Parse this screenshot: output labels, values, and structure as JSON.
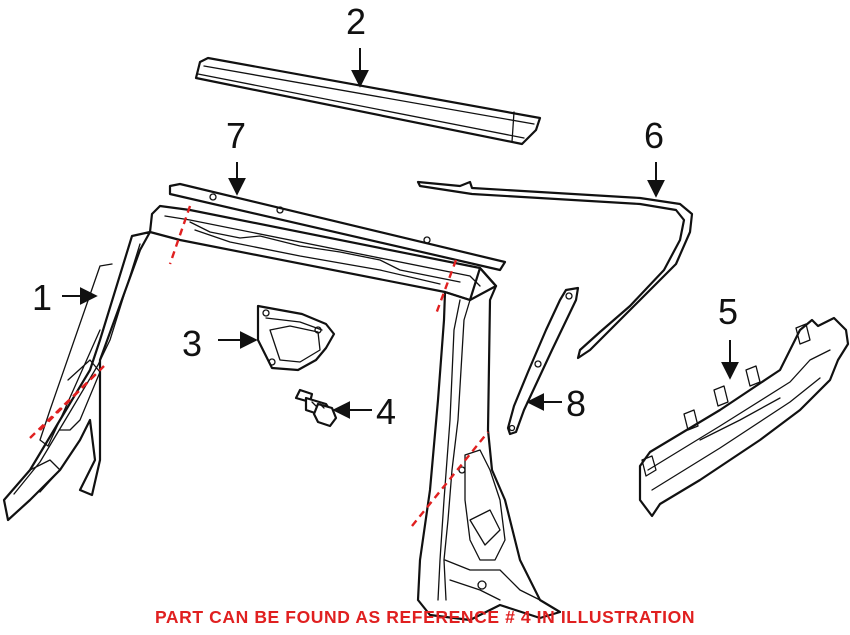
{
  "callouts": [
    {
      "id": "1",
      "label": "1"
    },
    {
      "id": "2",
      "label": "2"
    },
    {
      "id": "3",
      "label": "3"
    },
    {
      "id": "4",
      "label": "4"
    },
    {
      "id": "5",
      "label": "5"
    },
    {
      "id": "6",
      "label": "6"
    },
    {
      "id": "7",
      "label": "7"
    },
    {
      "id": "8",
      "label": "8"
    }
  ],
  "footer": {
    "note": "PART CAN BE FOUND AS REFERENCE # 4 IN ILLUSTRATION",
    "color": "#e02020"
  },
  "colors": {
    "line_art": "#111111",
    "cut_lines": "#e02020",
    "background": "#ffffff"
  }
}
